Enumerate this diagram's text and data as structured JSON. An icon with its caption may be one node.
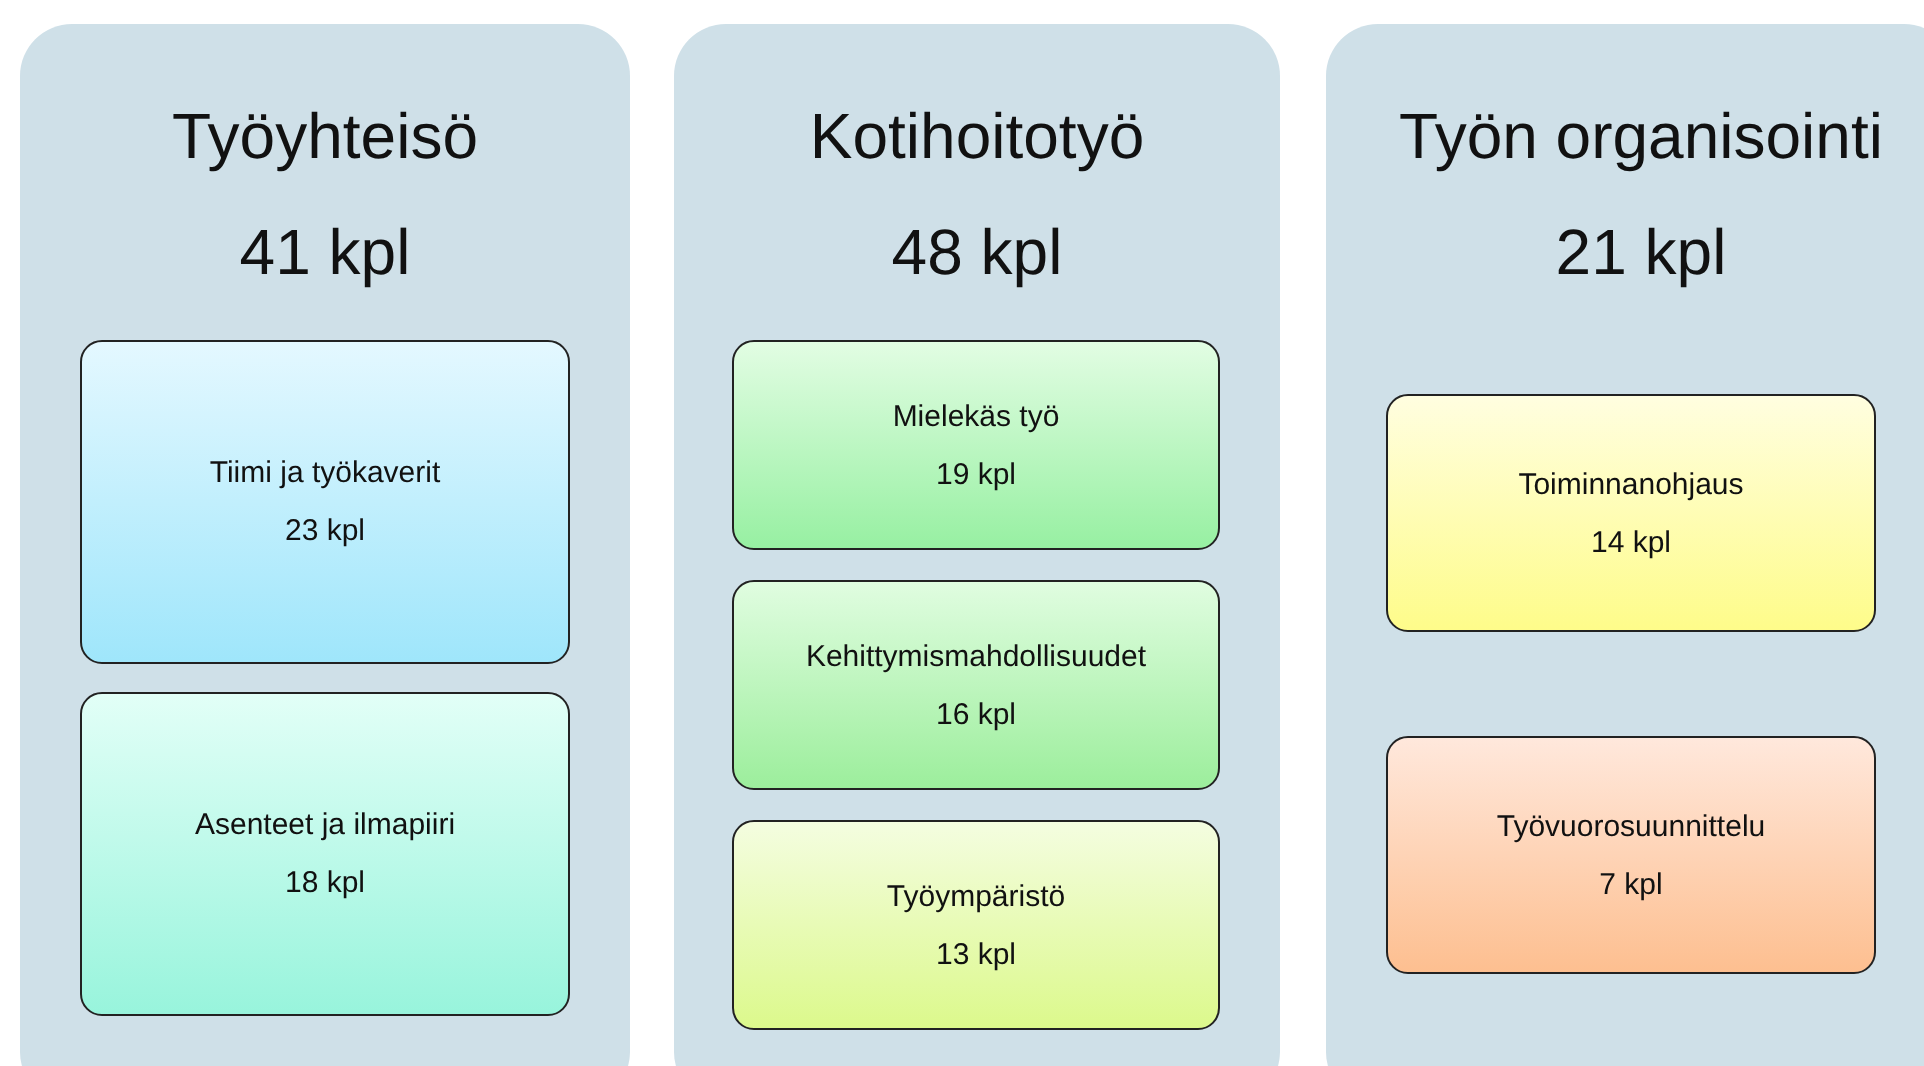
{
  "diagram": {
    "nodes": [
      {
        "text": [
          "Työyhteisö",
          "41 kpl"
        ]
      },
      {
        "text": [
          "Tiimi ja työkaverit",
          "23 kpl"
        ],
        "in": 0
      },
      {
        "text": [
          "Asenteet ja ilmapiiri",
          "18 kpl"
        ],
        "in": 0
      },
      {
        "text": [
          "Kotihoitotyö",
          "48 kpl"
        ]
      },
      {
        "text": [
          "Mielekäs työ",
          "19 kpl"
        ],
        "in": 3
      },
      {
        "text": [
          "Kehittymismahdollisuudet",
          "16 kpl"
        ],
        "in": 3
      },
      {
        "text": [
          "Työympäristö",
          "13 kpl"
        ],
        "in": 3
      },
      {
        "text": [
          "Työn organisointi",
          "21 kpl"
        ]
      },
      {
        "text": [
          "Toiminnanohjaus",
          "14 kpl"
        ],
        "in": 7
      },
      {
        "text": [
          "Työvuorosuunnittelu",
          "7 kpl"
        ],
        "in": 7
      }
    ]
  }
}
